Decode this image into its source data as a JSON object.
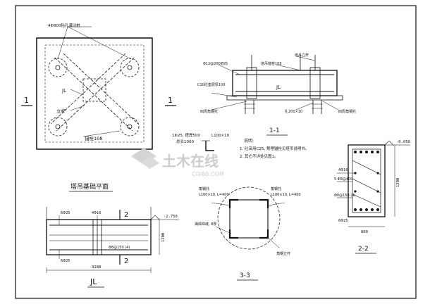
{
  "plan": {
    "anchor_holes": "4Φ800钻孔灌注桩",
    "beam_label": "JL",
    "column_label": "立杆",
    "bolt_label": "锚栓108",
    "title": "塔吊基础平面"
  },
  "cut_1": {
    "left": "1",
    "right": "1"
  },
  "section_1_1": {
    "c1": "Φ12@200双向",
    "c2": "塔吊锚栓108",
    "c3": "塔吊立杆",
    "c4": "C10砼垫层厚100",
    "beam": "JL",
    "c5": "四周角钢托",
    "c6": "扎200×10",
    "c7": "四周角钢托",
    "title": "1-1"
  },
  "detail": {
    "bar": "1Φ25, 搭焊500",
    "anchor": "总长1000",
    "angle": "L100×10"
  },
  "notes": {
    "title": "说明:",
    "n1": "1. 砼采用C25, 预埋锚栓见塔吊说明书。",
    "n2": "2. 其它不详处见图1。"
  },
  "section_2_2": {
    "elev": "-0.050",
    "r1": "4Φ16",
    "r2": "5 Φ8@400",
    "r3": "Φ8@150 (4)",
    "r4": "6Φ25",
    "height": "1200",
    "width": "800",
    "title": "2-2"
  },
  "beam_jl": {
    "top_bars": "6Φ25",
    "side_bars": "4Φ16",
    "bottom_bars": "6Φ25",
    "stirrups": "Φ8@150 (4)",
    "elev": "-2.750",
    "height": "1200",
    "length": "3188",
    "cut": "2",
    "title": "JL"
  },
  "section_3_3": {
    "angle1": "角钢托",
    "angle1_spec": "L100×10, L=400",
    "angle2": "角钢托",
    "angle2_spec": "L100×10, L=400",
    "weld": "満焊焊缝, 8厚",
    "column": "角钢立杆",
    "title": "3-3"
  },
  "watermark": {
    "brand": "土木在线",
    "site": "COI88.COM"
  }
}
